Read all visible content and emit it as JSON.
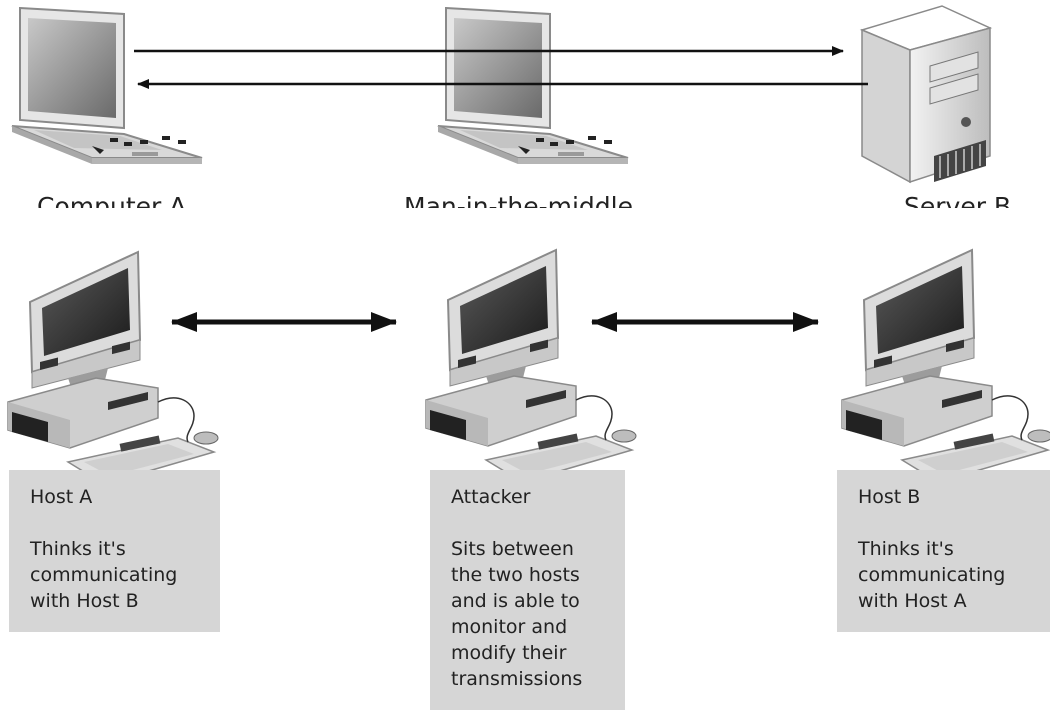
{
  "top_row": {
    "computer_a_label": "Computer A",
    "mitm_label": "Man-in-the-middle",
    "server_b_label": "Server B"
  },
  "boxes": {
    "host_a": {
      "title": "Host A",
      "text": "Thinks it's\ncommunicating\nwith Host B"
    },
    "attacker": {
      "title": "Attacker",
      "text": "Sits between\nthe two hosts\nand is able to\nmonitor and\nmodify their\ntransmissions"
    },
    "host_b": {
      "title": "Host B",
      "text": "Thinks it's\ncommunicating\nwith Host A"
    }
  },
  "colors": {
    "box_background": "#d6d6d6",
    "arrow": "#111111",
    "text": "#222222"
  }
}
